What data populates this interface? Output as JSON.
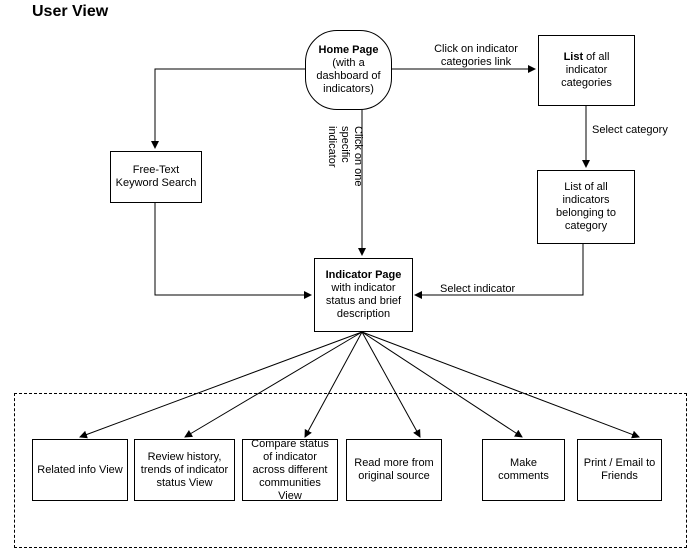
{
  "title": "User View",
  "nodes": {
    "home": {
      "title": "Home Page",
      "desc": "(with a dashboard of indicators)"
    },
    "list_categories": {
      "title": "List",
      "desc": " of all indicator categories"
    },
    "free_text": {
      "text": "Free-Text Keyword Search"
    },
    "list_indicators": {
      "text": "List of all indicators belonging to category"
    },
    "indicator": {
      "title": "Indicator Page",
      "desc": "with indicator status and brief description"
    },
    "outputs": [
      {
        "text": "Related info View"
      },
      {
        "text": "Review history, trends of indicator status View"
      },
      {
        "text": "Compare status of indicator across different communities View"
      },
      {
        "text": "Read more from original source"
      },
      {
        "text": "Make comments"
      },
      {
        "text": "Print / Email to Friends"
      }
    ]
  },
  "edge_labels": {
    "to_categories": "Click on indicator categories link",
    "select_category": "Select category",
    "click_specific": "Click on one specific indicator",
    "select_indicator": "Select indicator"
  }
}
